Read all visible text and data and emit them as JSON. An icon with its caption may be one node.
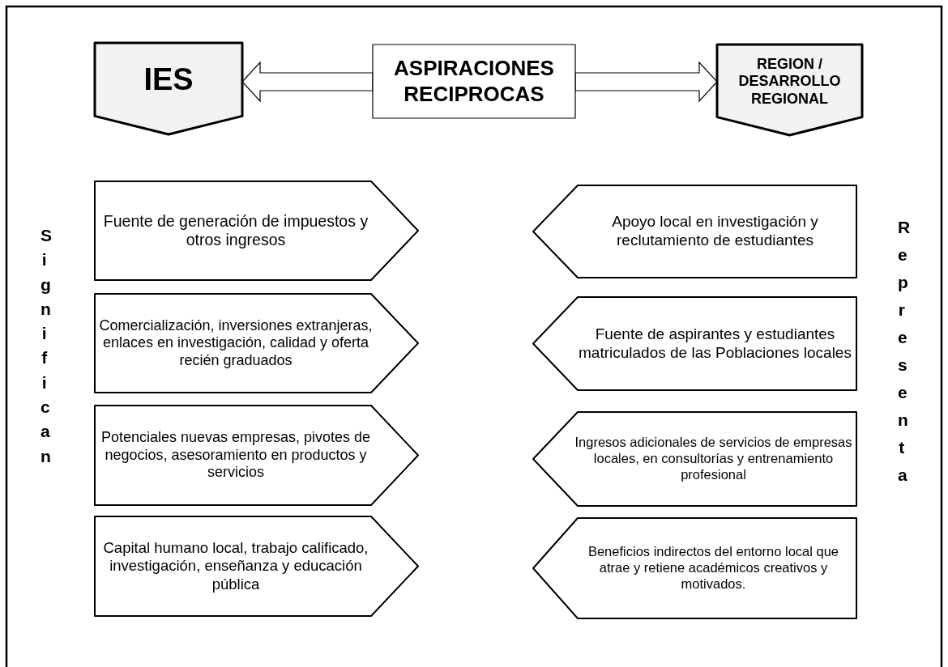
{
  "diagram": {
    "nodes": [
      {
        "text": [
          "IES"
        ]
      },
      {
        "text": [
          "ASPIRACIONES RECIPROCAS"
        ]
      },
      {
        "text": [
          "REGION / DESARROLLO REGIONAL"
        ]
      },
      {
        "text": [
          "Fuente de generación de impuestos y otros ingresos"
        ]
      },
      {
        "text": [
          "Comercialización, inversiones extranjeras, enlaces en investigación, calidad y oferta recién graduados"
        ]
      },
      {
        "text": [
          "Potenciales nuevas empresas, pivotes de negocios, asesoramiento en productos y servicios"
        ]
      },
      {
        "text": [
          "Capital humano local, trabajo calificado, investigación, enseñanza y educación pública"
        ]
      },
      {
        "text": [
          "Apoyo local en investigación y reclutamiento de estudiantes"
        ]
      },
      {
        "text": [
          "Fuente de aspirantes y estudiantes matriculados de las Poblaciones locales"
        ]
      },
      {
        "text": [
          "Ingresos adicionales de servicios de empresas locales, en consultorías y entrenamiento profesional"
        ]
      },
      {
        "text": [
          "Beneficios indirectos del entorno local que atrae y retiene académicos creativos y motivados."
        ]
      }
    ],
    "edges": [
      {
        "from": 1,
        "to": 0,
        "arrow": "to"
      },
      {
        "from": 1,
        "to": 2,
        "arrow": "to"
      }
    ],
    "labels": [
      "Significan",
      "Representa"
    ]
  }
}
